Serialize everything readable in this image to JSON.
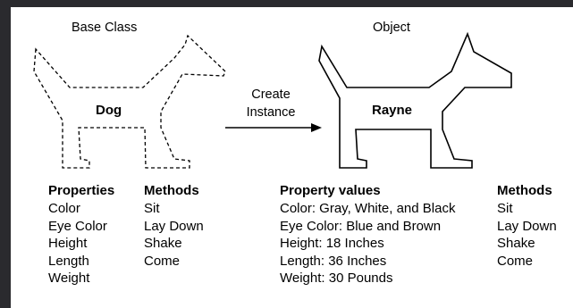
{
  "base_class": {
    "heading": "Base Class",
    "dog_label": "Dog",
    "properties_heading": "Properties",
    "properties": [
      "Color",
      "Eye Color",
      "Height",
      "Length",
      "Weight"
    ],
    "methods_heading": "Methods",
    "methods": [
      "Sit",
      "Lay Down",
      "Shake",
      "Come"
    ]
  },
  "arrow": {
    "label_line1": "Create",
    "label_line2": "Instance"
  },
  "object": {
    "heading": "Object",
    "dog_label": "Rayne",
    "property_values_heading": "Property values",
    "property_values": [
      "Color: Gray, White, and Black",
      "Eye Color: Blue and Brown",
      "Height: 18 Inches",
      "Length: 36 Inches",
      "Weight: 30 Pounds"
    ],
    "methods_heading": "Methods",
    "methods": [
      "Sit",
      "Lay Down",
      "Shake",
      "Come"
    ]
  },
  "colors": {
    "background": "#2a2a2e",
    "panel": "#ffffff",
    "ink": "#000000"
  }
}
